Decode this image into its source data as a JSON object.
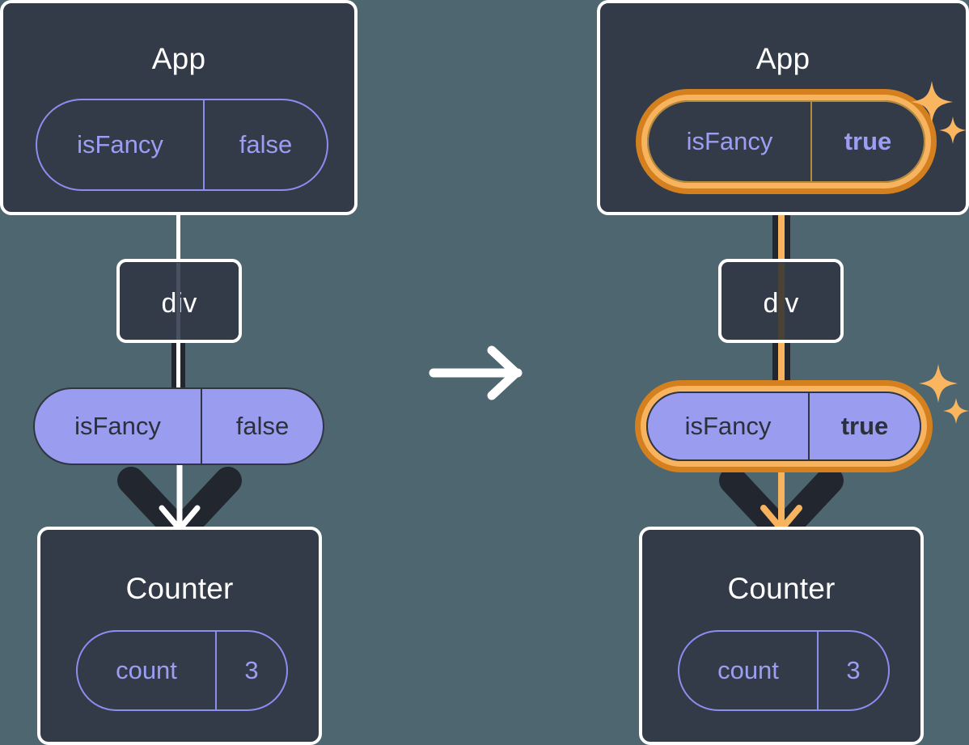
{
  "diagram": {
    "type": "react-state-tree-before-after",
    "background_color": "#4d666f",
    "palette": {
      "box_fill": "#343b48",
      "box_border": "#ffffff",
      "pill_purple_fill": "#9a9cf0",
      "pill_purple_text": "#2b303b",
      "pill_outline_stroke": "#8b8ef0",
      "pill_outline_text": "#9b9ef2",
      "highlight_outer": "#d4801f",
      "highlight_inner": "#f8b35f",
      "connector_dark": "#22262f",
      "connector_white": "#ffffff",
      "connector_orange": "#f8b35f",
      "sparkle": "#f9b55f"
    },
    "transition_arrow": "→"
  },
  "before": {
    "name": "before",
    "app": {
      "title": "App",
      "state": {
        "key": "isFancy",
        "value": "false",
        "bold_value": false,
        "highlighted": false
      }
    },
    "div": {
      "title": "div"
    },
    "prop": {
      "key": "isFancy",
      "value": "false",
      "bold_value": false,
      "highlighted": false
    },
    "counter": {
      "title": "Counter",
      "state": {
        "key": "count",
        "value": "3",
        "bold_value": false,
        "highlighted": false
      }
    }
  },
  "after": {
    "name": "after",
    "app": {
      "title": "App",
      "state": {
        "key": "isFancy",
        "value": "true",
        "bold_value": true,
        "highlighted": true
      }
    },
    "div": {
      "title": "div"
    },
    "prop": {
      "key": "isFancy",
      "value": "true",
      "bold_value": true,
      "highlighted": true
    },
    "counter": {
      "title": "Counter",
      "state": {
        "key": "count",
        "value": "3",
        "bold_value": false,
        "highlighted": false
      }
    }
  }
}
